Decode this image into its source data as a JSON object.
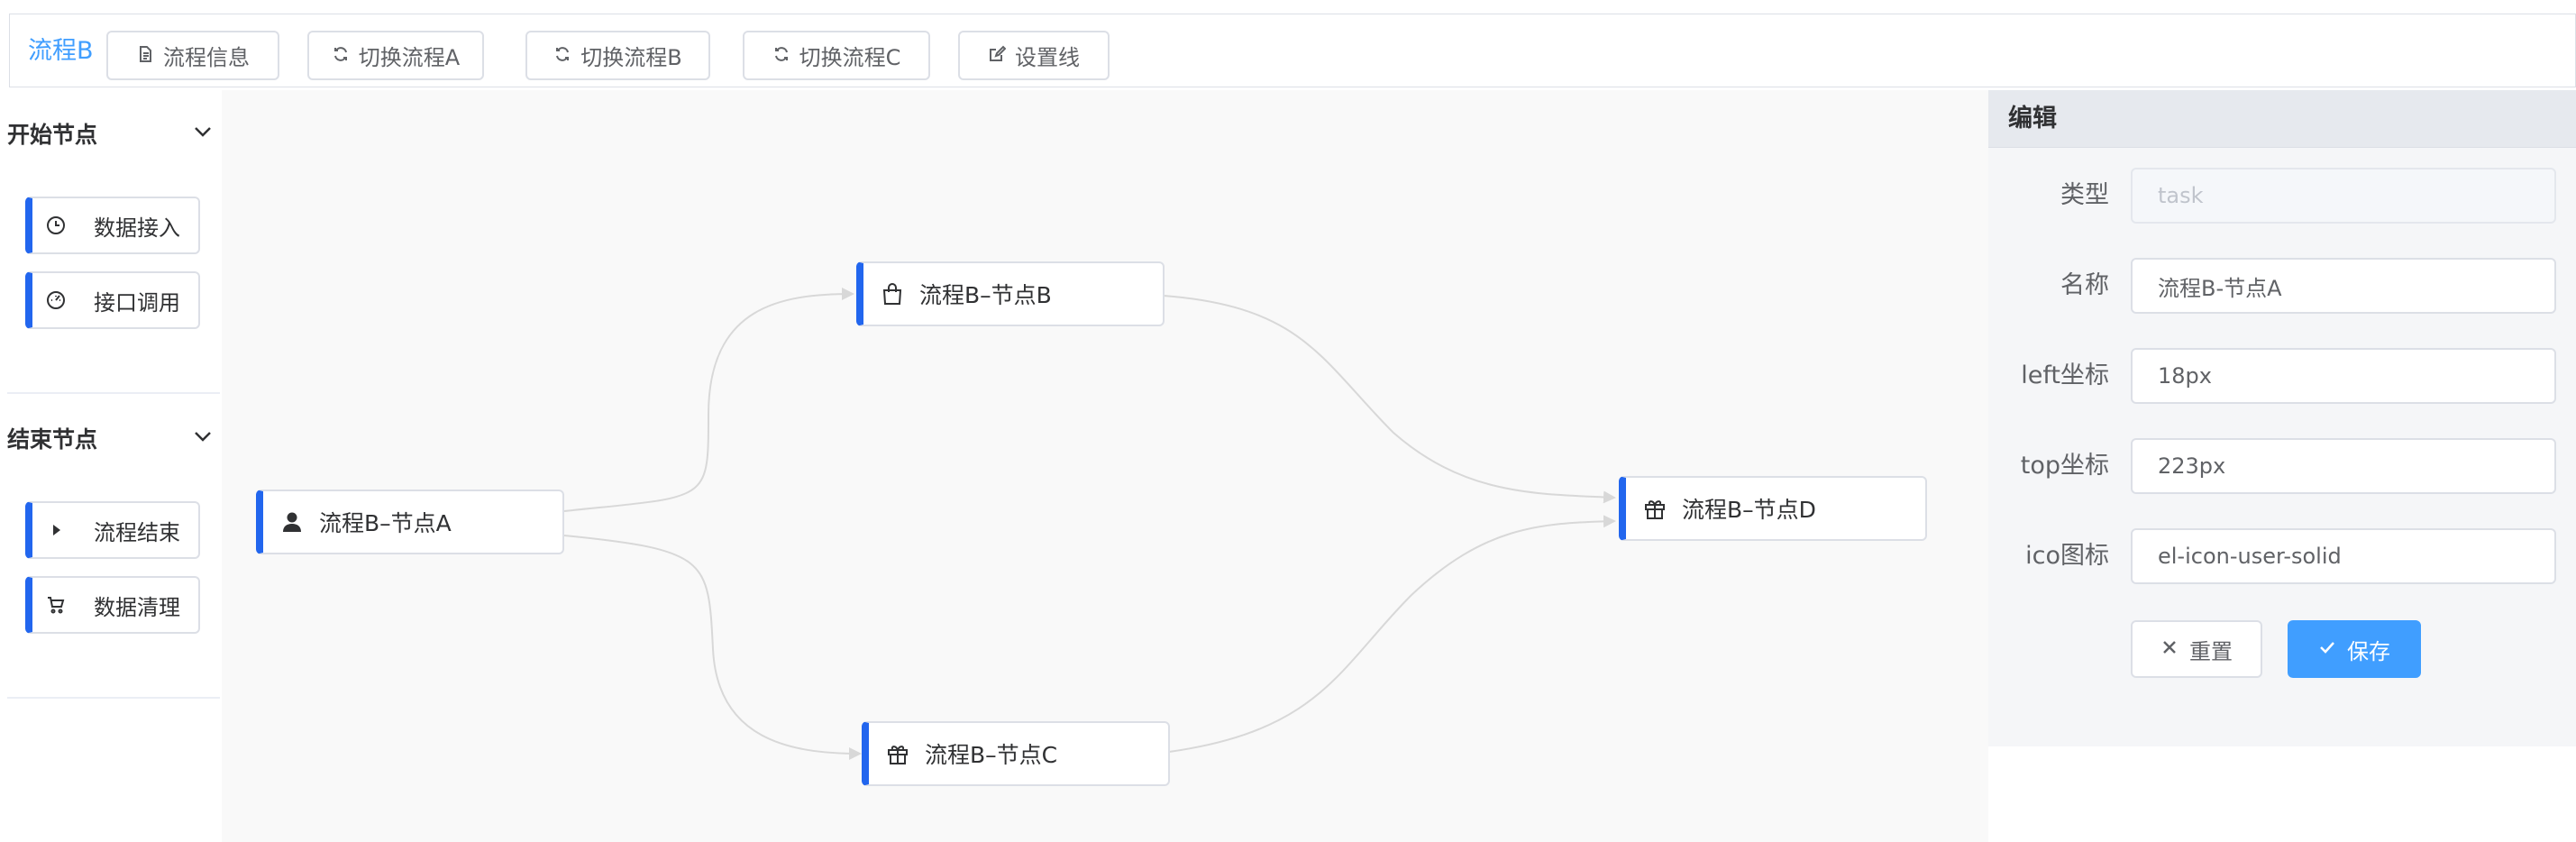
{
  "toolbar": {
    "flow_name": "流程B",
    "buttons": [
      {
        "label": "流程信息",
        "icon": "document-icon"
      },
      {
        "label": "切换流程A",
        "icon": "refresh-icon"
      },
      {
        "label": "切换流程B",
        "icon": "refresh-icon"
      },
      {
        "label": "切换流程C",
        "icon": "refresh-icon"
      },
      {
        "label": "设置线",
        "icon": "edit-icon"
      }
    ]
  },
  "palette": {
    "groups": [
      {
        "title": "开始节点",
        "items": [
          {
            "label": "数据接入",
            "icon": "clock-icon"
          },
          {
            "label": "接口调用",
            "icon": "gauge-icon"
          }
        ]
      },
      {
        "title": "结束节点",
        "items": [
          {
            "label": "流程结束",
            "icon": "caret-right-icon"
          },
          {
            "label": "数据清理",
            "icon": "cart-icon"
          }
        ]
      }
    ]
  },
  "canvas": {
    "nodes": [
      {
        "id": "A",
        "label": "流程B–节点A",
        "icon": "user-solid-icon"
      },
      {
        "id": "B",
        "label": "流程B–节点B",
        "icon": "shopping-bag-icon"
      },
      {
        "id": "C",
        "label": "流程B–节点C",
        "icon": "gift-icon"
      },
      {
        "id": "D",
        "label": "流程B–节点D",
        "icon": "gift-icon"
      }
    ],
    "edges": [
      {
        "from": "A",
        "to": "B"
      },
      {
        "from": "A",
        "to": "C"
      },
      {
        "from": "B",
        "to": "D"
      },
      {
        "from": "C",
        "to": "D"
      }
    ]
  },
  "editor": {
    "title": "编辑",
    "fields": {
      "type": {
        "label": "类型",
        "placeholder": "task"
      },
      "name": {
        "label": "名称",
        "value": "流程B-节点A"
      },
      "left": {
        "label": "left坐标",
        "value": "18px"
      },
      "top": {
        "label": "top坐标",
        "value": "223px"
      },
      "ico": {
        "label": "ico图标",
        "value": "el-icon-user-solid"
      }
    },
    "reset_label": "重置",
    "save_label": "保存"
  },
  "colors": {
    "accent": "#409eff",
    "node_bar": "#2266ee",
    "edge": "#d8d8d8"
  }
}
